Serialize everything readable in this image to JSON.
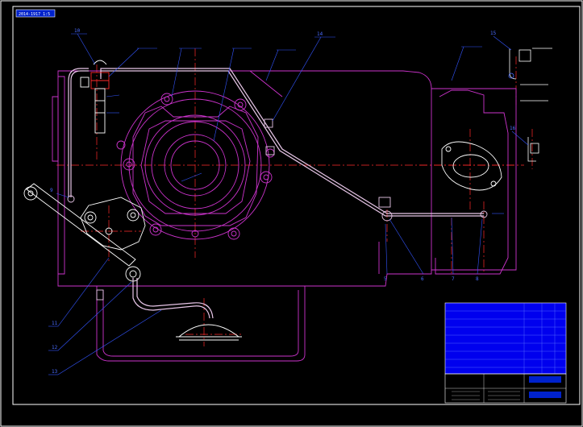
{
  "title_tag": "2014-1917 1:5",
  "balloons": {
    "p10": "10",
    "p11": "11",
    "p12": "12",
    "p13": "13",
    "p14": "14",
    "p15": "15",
    "p16": "16",
    "p5": "5",
    "p6": "6",
    "p7": "7",
    "p8": "8",
    "p9": "9"
  },
  "colors": {
    "background": "#000000",
    "frame": "#ffffff",
    "outline": "#cc33cc",
    "pipe": "#e8c6e8",
    "center": "#ff2a2a",
    "leader": "#3355ff",
    "titleblock_fill": "#0000ee",
    "label": "#4a6cff"
  }
}
